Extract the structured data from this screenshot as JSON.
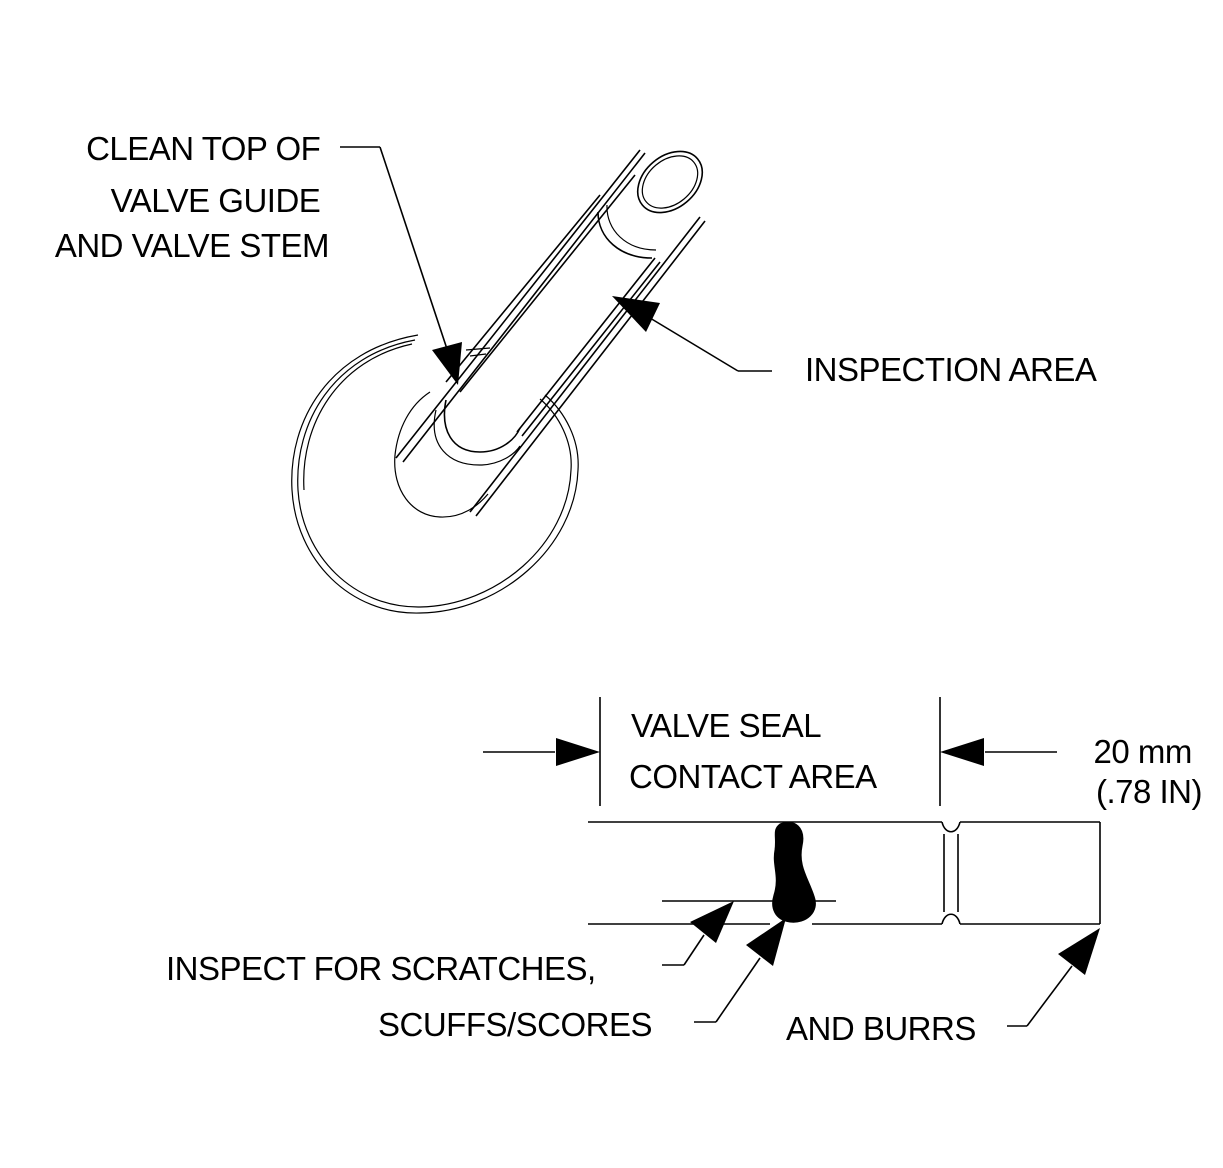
{
  "top_view": {
    "clean_label": [
      "CLEAN TOP OF",
      "VALVE GUIDE",
      "AND VALVE STEM"
    ],
    "inspection_label": "INSPECTION AREA"
  },
  "side_view": {
    "seal_label": [
      "VALVE SEAL",
      "CONTACT AREA"
    ],
    "dimension": [
      "20 mm",
      "(.78 IN)"
    ],
    "inspect_label": [
      "INSPECT FOR SCRATCHES,",
      "SCUFFS/SCORES",
      "AND BURRS"
    ]
  }
}
